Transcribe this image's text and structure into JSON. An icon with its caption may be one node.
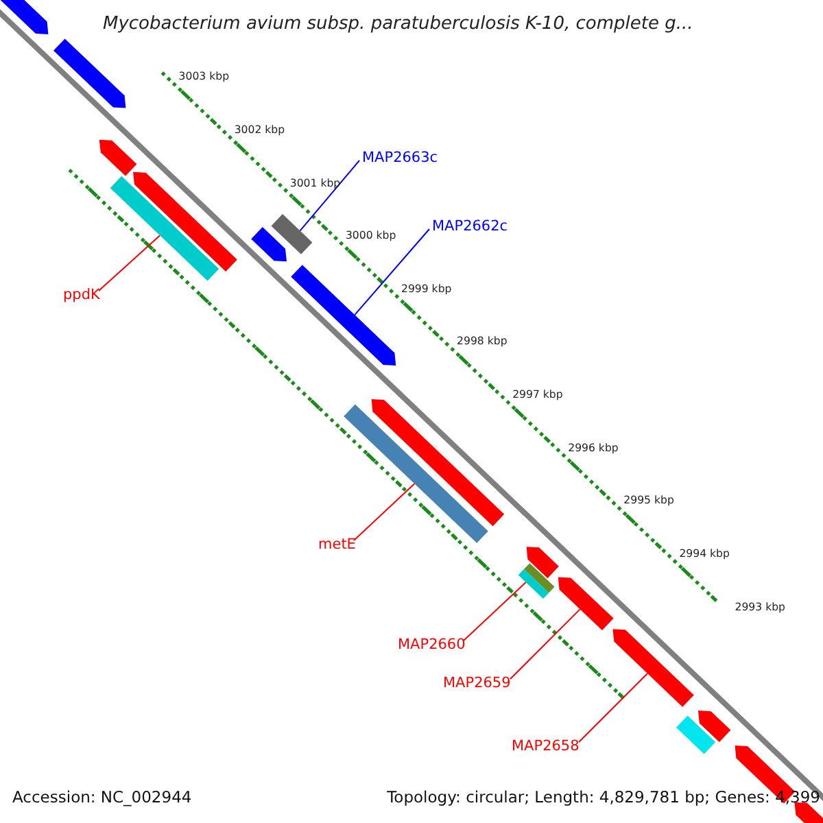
{
  "diagram": {
    "title": "Mycobacterium avium subsp. paratuberculosis K-10, complete g...",
    "nodes": [
      {
        "text": [
          "MAP2663c"
        ]
      },
      {
        "text": [],
        "shape": "bar"
      },
      {
        "text": [
          "MAP2662c"
        ]
      },
      {
        "text": [],
        "shape": "arrow"
      },
      {
        "text": [
          "ppdK"
        ]
      },
      {
        "text": [],
        "shape": "bar"
      },
      {
        "text": [
          "metE"
        ]
      },
      {
        "text": [],
        "shape": "bar"
      },
      {
        "text": [
          "MAP2660"
        ]
      },
      {
        "text": [],
        "shape": "bar"
      },
      {
        "text": [
          "MAP2659"
        ]
      },
      {
        "text": [],
        "shape": "arrow"
      },
      {
        "text": [
          "MAP2658"
        ]
      },
      {
        "text": [],
        "shape": "arrow"
      },
      {
        "text": [],
        "shape": "arrow"
      },
      {
        "text": [],
        "shape": "arrow"
      },
      {
        "text": [],
        "shape": "arrow"
      },
      {
        "text": [],
        "shape": "arrow"
      },
      {
        "text": [],
        "shape": "arrow"
      },
      {
        "text": [],
        "shape": "arrow"
      },
      {
        "text": [],
        "shape": "arrow"
      },
      {
        "text": [],
        "shape": "arrow"
      },
      {
        "text": [],
        "shape": "bar"
      },
      {
        "text": [],
        "shape": "arrow"
      },
      {
        "text": [],
        "shape": "arrow"
      }
    ],
    "edges": [
      {
        "from": 0,
        "to": 1,
        "arrow": "none",
        "color": "#0000ff"
      },
      {
        "from": 2,
        "to": 3,
        "arrow": "none",
        "color": "#0000ff"
      },
      {
        "from": 4,
        "to": 5,
        "arrow": "none"
      },
      {
        "from": 6,
        "to": 7,
        "arrow": "none"
      },
      {
        "from": 8,
        "to": 9,
        "arrow": "none"
      },
      {
        "from": 10,
        "to": 11,
        "arrow": "none"
      },
      {
        "from": 12,
        "to": 13,
        "arrow": "none"
      }
    ],
    "labels": [
      "3003 kbp",
      "3002 kbp",
      "3001 kbp",
      "3000 kbp",
      "2999 kbp",
      "2998 kbp",
      "2997 kbp",
      "2996 kbp",
      "2995 kbp",
      "2994 kbp",
      "2993 kbp",
      "Accession: NC_002944",
      "Topology: circular; Length: 4,829,781 bp; Genes: 4,399"
    ]
  }
}
